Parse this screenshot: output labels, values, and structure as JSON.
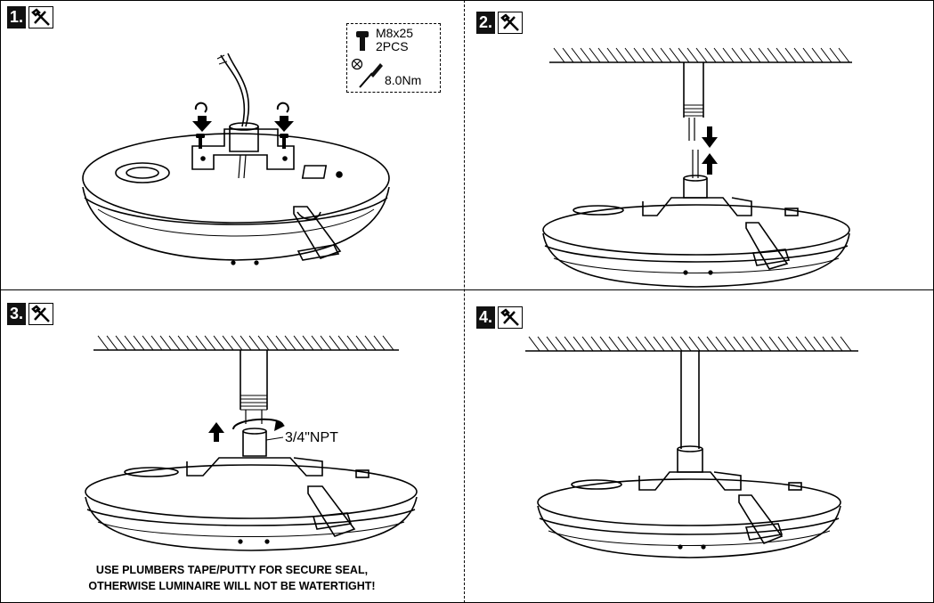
{
  "steps": [
    {
      "number": "1.",
      "icon": "tools-icon"
    },
    {
      "number": "2.",
      "icon": "tools-icon"
    },
    {
      "number": "3.",
      "icon": "tools-icon"
    },
    {
      "number": "4.",
      "icon": "tools-icon"
    }
  ],
  "hardware": {
    "screw_size": "M8x25",
    "screw_qty": "2PCS",
    "torque": "8.0Nm",
    "icons": [
      "screw-icon",
      "screwdriver-icon"
    ]
  },
  "step3": {
    "thread_label": "3/4\"NPT",
    "warning_line1": "USE PLUMBERS TAPE/PUTTY FOR SECURE SEAL,",
    "warning_line2": "OTHERWISE LUMINAIRE WILL NOT BE WATERTIGHT!"
  }
}
